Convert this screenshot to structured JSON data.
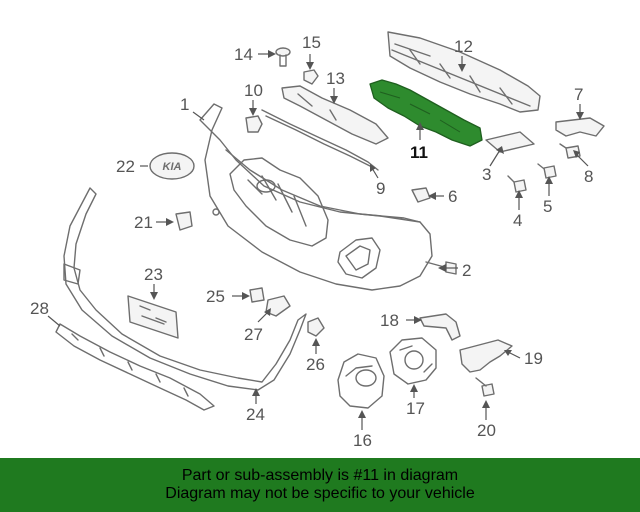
{
  "diagram": {
    "callouts": {
      "c1": "1",
      "c2": "2",
      "c3": "3",
      "c4": "4",
      "c5": "5",
      "c6": "6",
      "c7": "7",
      "c8": "8",
      "c9": "9",
      "c10": "10",
      "c11": "11",
      "c12": "12",
      "c13": "13",
      "c14": "14",
      "c15": "15",
      "c16": "16",
      "c17": "17",
      "c18": "18",
      "c19": "19",
      "c20": "20",
      "c21": "21",
      "c22": "22",
      "c23": "23",
      "c24": "24",
      "c25": "25",
      "c26": "26",
      "c27": "27",
      "c28": "28"
    },
    "highlighted_part": "11",
    "logo_text": "KIA",
    "colors": {
      "highlight": "#2e8b2e",
      "banner": "#1f7a1f",
      "line": "#6e6e6e"
    }
  },
  "banner": {
    "line1": "Part or sub-assembly is #11 in diagram",
    "line2": "Diagram may not be specific to your vehicle"
  }
}
